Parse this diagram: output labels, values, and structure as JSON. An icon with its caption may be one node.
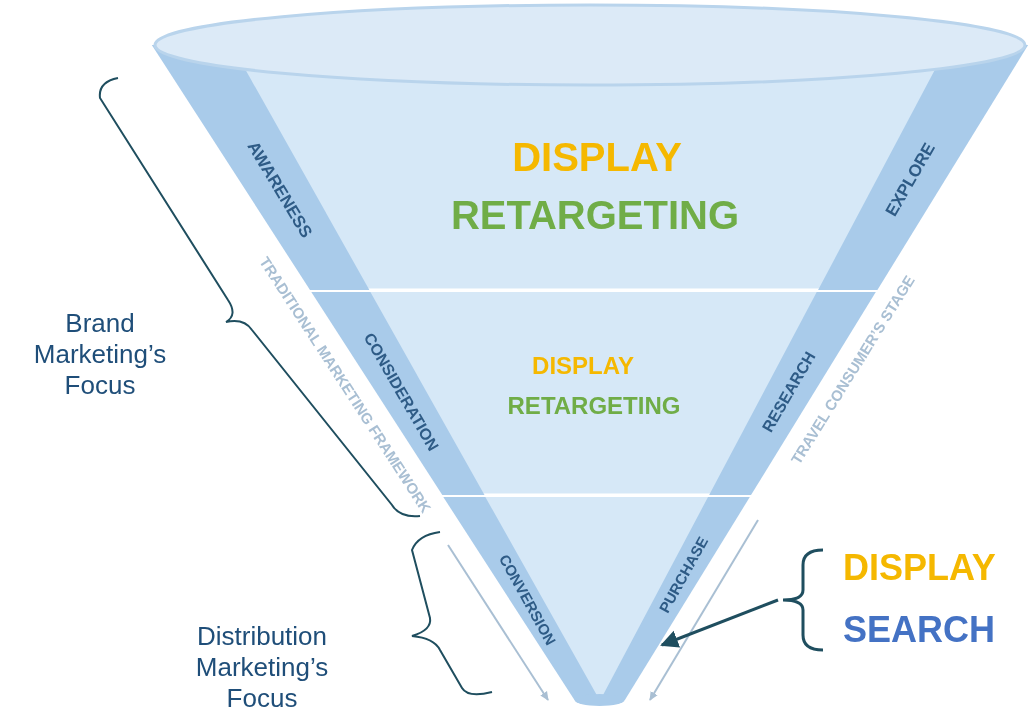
{
  "diagram": {
    "nodes": [
      {
        "text": [
          "AWARENESS",
          "DISPLAY",
          "RETARGETING",
          "EXPLORE"
        ]
      },
      {
        "text": [
          "CONSIDERATION",
          "DISPLAY",
          "RETARGETING",
          "RESEARCH"
        ]
      },
      {
        "text": [
          "CONVERSION",
          "PURCHASE"
        ]
      },
      {
        "text": [
          "DISPLAY",
          "SEARCH"
        ]
      }
    ],
    "edges": [
      {
        "from": 3,
        "to": 2,
        "arrow": "to"
      }
    ],
    "labels": [
      "TRADITIONAL MARKETING FRAMEWORK",
      "TRAVEL CONSUMER’S STAGE",
      "Brand Marketing’s Focus",
      "Distribution Marketing’s Focus"
    ]
  }
}
